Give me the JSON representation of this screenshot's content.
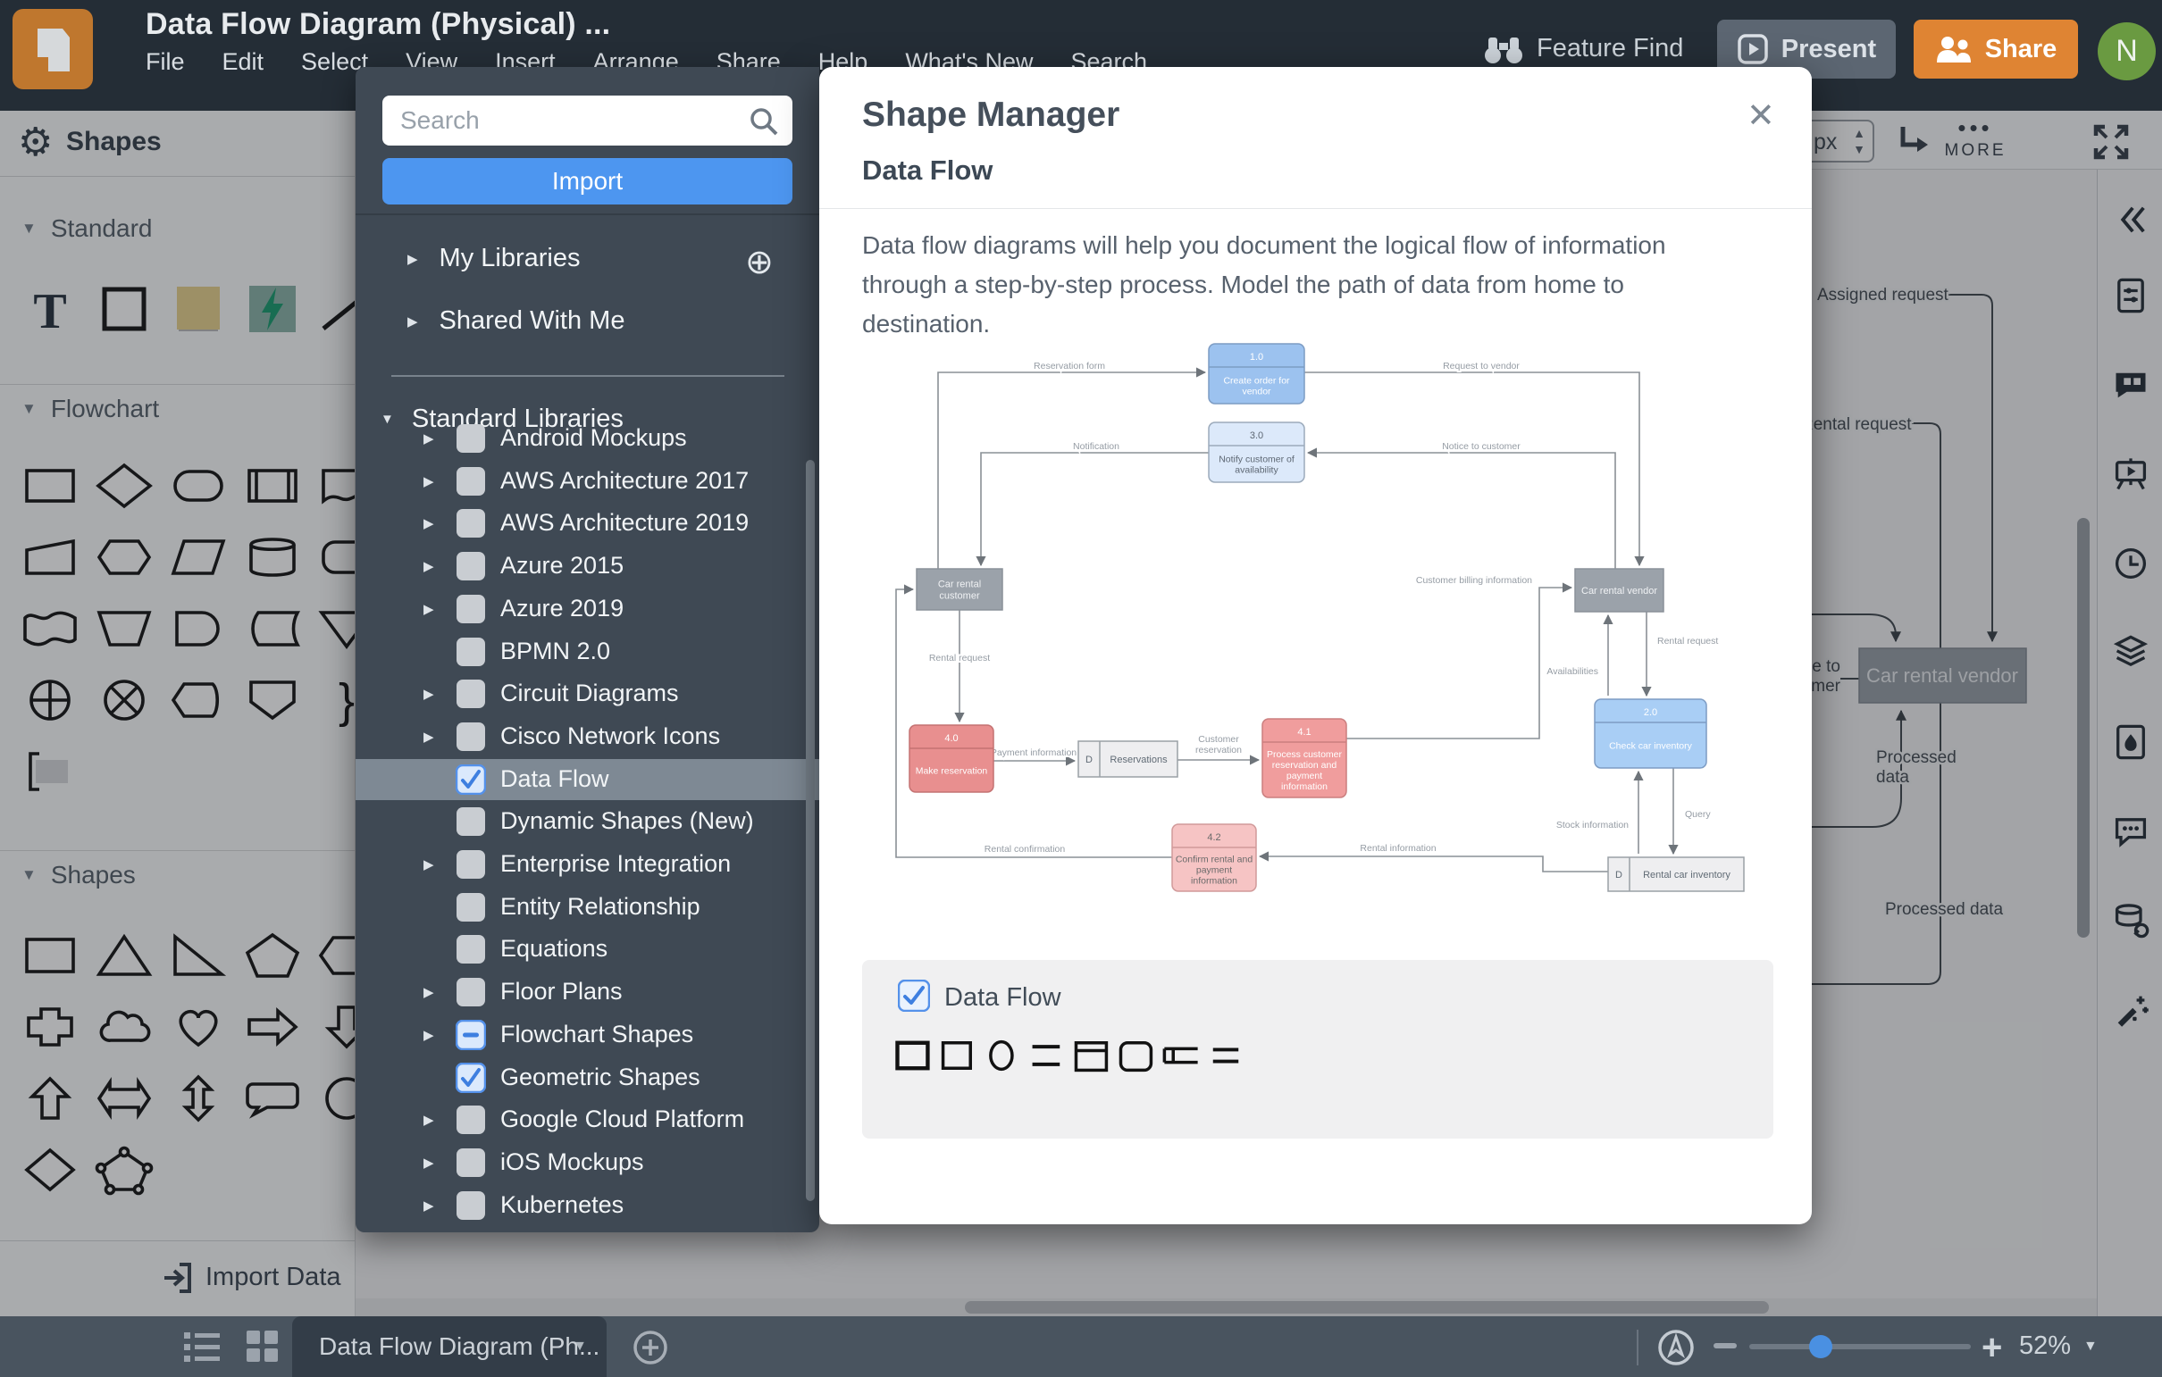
{
  "window": {
    "title": "Data Flow Diagram (Physical) ...",
    "menu": [
      "File",
      "Edit",
      "Select",
      "View",
      "Insert",
      "Arrange",
      "Share",
      "Help",
      "What's New",
      "Search"
    ],
    "feature_find": "Feature Find",
    "present": "Present",
    "share": "Share",
    "avatar_initial": "N"
  },
  "shapes_panel": {
    "title": "Shapes",
    "sections": [
      {
        "label": "Standard"
      },
      {
        "label": "Flowchart"
      },
      {
        "label": "Shapes"
      }
    ],
    "import_data": "Import Data"
  },
  "library_panel": {
    "search_placeholder": "Search",
    "import_label": "Import",
    "my_libraries": "My Libraries",
    "shared_with_me": "Shared With Me",
    "add_icon": "⊕",
    "standard_header": "Standard Libraries",
    "libraries": [
      {
        "label": "Android Mockups",
        "arrow": true,
        "state": "none",
        "selected": false
      },
      {
        "label": "AWS Architecture 2017",
        "arrow": true,
        "state": "none",
        "selected": false
      },
      {
        "label": "AWS Architecture 2019",
        "arrow": true,
        "state": "none",
        "selected": false
      },
      {
        "label": "Azure 2015",
        "arrow": true,
        "state": "none",
        "selected": false
      },
      {
        "label": "Azure 2019",
        "arrow": true,
        "state": "none",
        "selected": false
      },
      {
        "label": "BPMN 2.0",
        "arrow": false,
        "state": "none",
        "selected": false
      },
      {
        "label": "Circuit Diagrams",
        "arrow": true,
        "state": "none",
        "selected": false
      },
      {
        "label": "Cisco Network Icons",
        "arrow": true,
        "state": "none",
        "selected": false
      },
      {
        "label": "Data Flow",
        "arrow": false,
        "state": "checked",
        "selected": true
      },
      {
        "label": "Dynamic Shapes (New)",
        "arrow": false,
        "state": "none",
        "selected": false
      },
      {
        "label": "Enterprise Integration",
        "arrow": true,
        "state": "none",
        "selected": false
      },
      {
        "label": "Entity Relationship",
        "arrow": false,
        "state": "none",
        "selected": false
      },
      {
        "label": "Equations",
        "arrow": false,
        "state": "none",
        "selected": false
      },
      {
        "label": "Floor Plans",
        "arrow": true,
        "state": "none",
        "selected": false
      },
      {
        "label": "Flowchart Shapes",
        "arrow": true,
        "state": "dash",
        "selected": false
      },
      {
        "label": "Geometric Shapes",
        "arrow": false,
        "state": "checked",
        "selected": false
      },
      {
        "label": "Google Cloud Platform",
        "arrow": true,
        "state": "none",
        "selected": false
      },
      {
        "label": "iOS Mockups",
        "arrow": true,
        "state": "none",
        "selected": false
      },
      {
        "label": "Kubernetes",
        "arrow": true,
        "state": "none",
        "selected": false
      }
    ]
  },
  "modal": {
    "title": "Shape Manager",
    "subtitle": "Data Flow",
    "close_icon": "✕",
    "description": "Data flow diagrams will help you document the logical flow of information through a step-by-step process. Model the path of data from home to destination.",
    "footer": {
      "label": "Data Flow",
      "checked": true
    }
  },
  "diagram": {
    "nodes": [
      {
        "id": "n10",
        "kind": "process",
        "num": "1.0",
        "label": "Create order for vendor"
      },
      {
        "id": "n30",
        "kind": "process",
        "num": "3.0",
        "label": "Notify customer of availability"
      },
      {
        "id": "customer",
        "kind": "entity",
        "label": "Car rental customer"
      },
      {
        "id": "vendor",
        "kind": "entity",
        "label": "Car rental vendor"
      },
      {
        "id": "n20",
        "kind": "process",
        "num": "2.0",
        "label": "Check car inventory"
      },
      {
        "id": "n40",
        "kind": "process",
        "num": "4.0",
        "label": "Make reservation"
      },
      {
        "id": "storeRes",
        "kind": "store",
        "prefix": "D",
        "label": "Reservations"
      },
      {
        "id": "n41",
        "kind": "process",
        "num": "4.1",
        "label": "Process customer reservation and payment information"
      },
      {
        "id": "n42",
        "kind": "process",
        "num": "4.2",
        "label": "Confirm rental and payment information"
      },
      {
        "id": "storeInv",
        "kind": "store",
        "prefix": "D",
        "label": "Rental car inventory"
      }
    ],
    "edges": [
      {
        "id": "e1",
        "label": "Reservation form"
      },
      {
        "id": "e2",
        "label": "Request to vendor"
      },
      {
        "id": "e3",
        "label": "Notice to customer"
      },
      {
        "id": "e4",
        "label": "Notification"
      },
      {
        "id": "e5",
        "label": "Rental request"
      },
      {
        "id": "e6",
        "label": "Payment information"
      },
      {
        "id": "e7",
        "label": "Customer reservation"
      },
      {
        "id": "e8",
        "label": "Rental information"
      },
      {
        "id": "e9",
        "label": "Rental confirmation"
      },
      {
        "id": "e10",
        "label": "Availabilities"
      },
      {
        "id": "e11",
        "label": "Rental request"
      },
      {
        "id": "e12",
        "label": "Query"
      },
      {
        "id": "e13",
        "label": "Stock information"
      },
      {
        "id": "e14",
        "label": "Customer billing information"
      }
    ]
  },
  "canvas_fragment": {
    "assigned": "Assigned request",
    "rental_request": "Rental request",
    "invoice_line1": "Invoice to",
    "invoice_line2": "customer",
    "processed_up": "Processed data",
    "processed_down": "Processed data",
    "vendor": "Car rental vendor"
  },
  "toolbar": {
    "px_label": "px",
    "more": "MORE"
  },
  "bottom_bar": {
    "tab": "Data Flow Diagram (Ph...",
    "zoom": "52%",
    "caret": "▼"
  }
}
